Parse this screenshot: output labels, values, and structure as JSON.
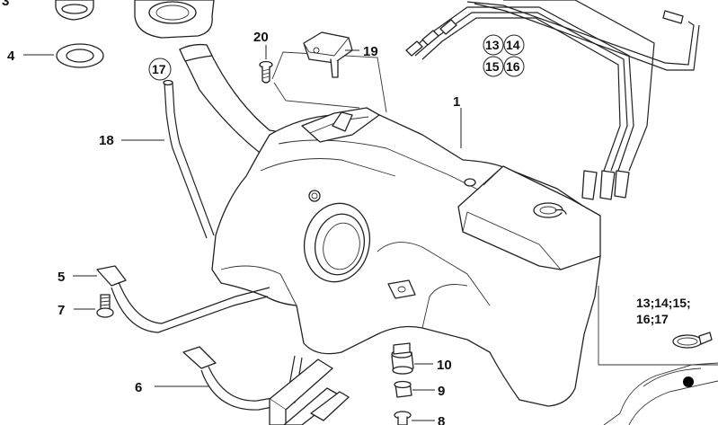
{
  "callouts": {
    "c1": "1",
    "c3": "3",
    "c4": "4",
    "c5": "5",
    "c6": "6",
    "c7": "7",
    "c8": "8",
    "c9": "9",
    "c10": "10",
    "c17": "17",
    "c18": "18",
    "c19": "19",
    "c20": "20"
  },
  "grouped_callouts": {
    "g13": "13",
    "g14": "14",
    "g15": "15",
    "g16": "16"
  },
  "inset": {
    "line1": "13;14;15;",
    "line2": "16;17"
  }
}
